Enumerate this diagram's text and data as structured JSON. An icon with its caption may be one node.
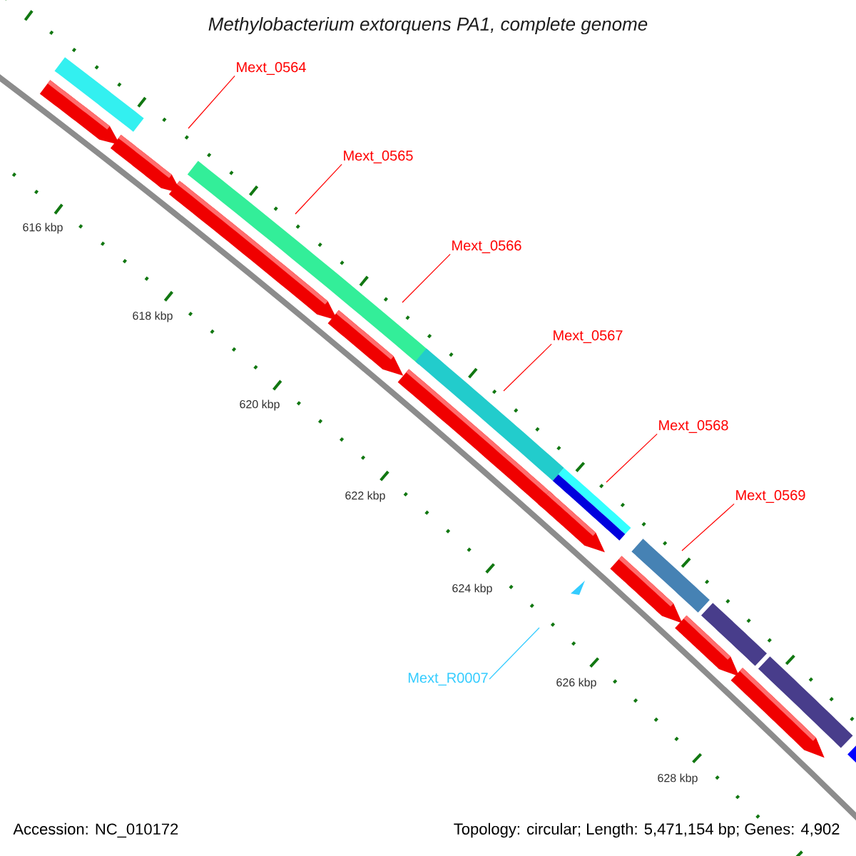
{
  "diagram": {
    "title": "Methylobacterium extorquens PA1, complete genome",
    "nodes": [
      {
        "text": [
          "Mext_0564"
        ]
      },
      {
        "text": [
          "Mext_0565"
        ]
      },
      {
        "text": [
          "Mext_0566"
        ]
      },
      {
        "text": [
          "Mext_0567"
        ]
      },
      {
        "text": [
          "Mext_0568"
        ]
      },
      {
        "text": [
          "Mext_0569"
        ]
      },
      {
        "text": [
          "Mext_R0007"
        ]
      }
    ],
    "edges": [
      {
        "from": 0,
        "to": null,
        "arrow": "none"
      },
      {
        "from": 1,
        "to": null,
        "arrow": "none"
      },
      {
        "from": 2,
        "to": null,
        "arrow": "none"
      },
      {
        "from": 3,
        "to": null,
        "arrow": "none"
      },
      {
        "from": 4,
        "to": null,
        "arrow": "none"
      },
      {
        "from": 5,
        "to": null,
        "arrow": "none"
      },
      {
        "from": 6,
        "to": null,
        "arrow": "none",
        "color": "#33ccff"
      }
    ],
    "labels": [
      "616 kbp",
      "618 kbp",
      "620 kbp",
      "622 kbp",
      "624 kbp",
      "626 kbp",
      "628 kbp",
      "Accession: NC_010172",
      "Topology: circular; Length: 5,471,154 bp; Genes: 4,902"
    ]
  }
}
